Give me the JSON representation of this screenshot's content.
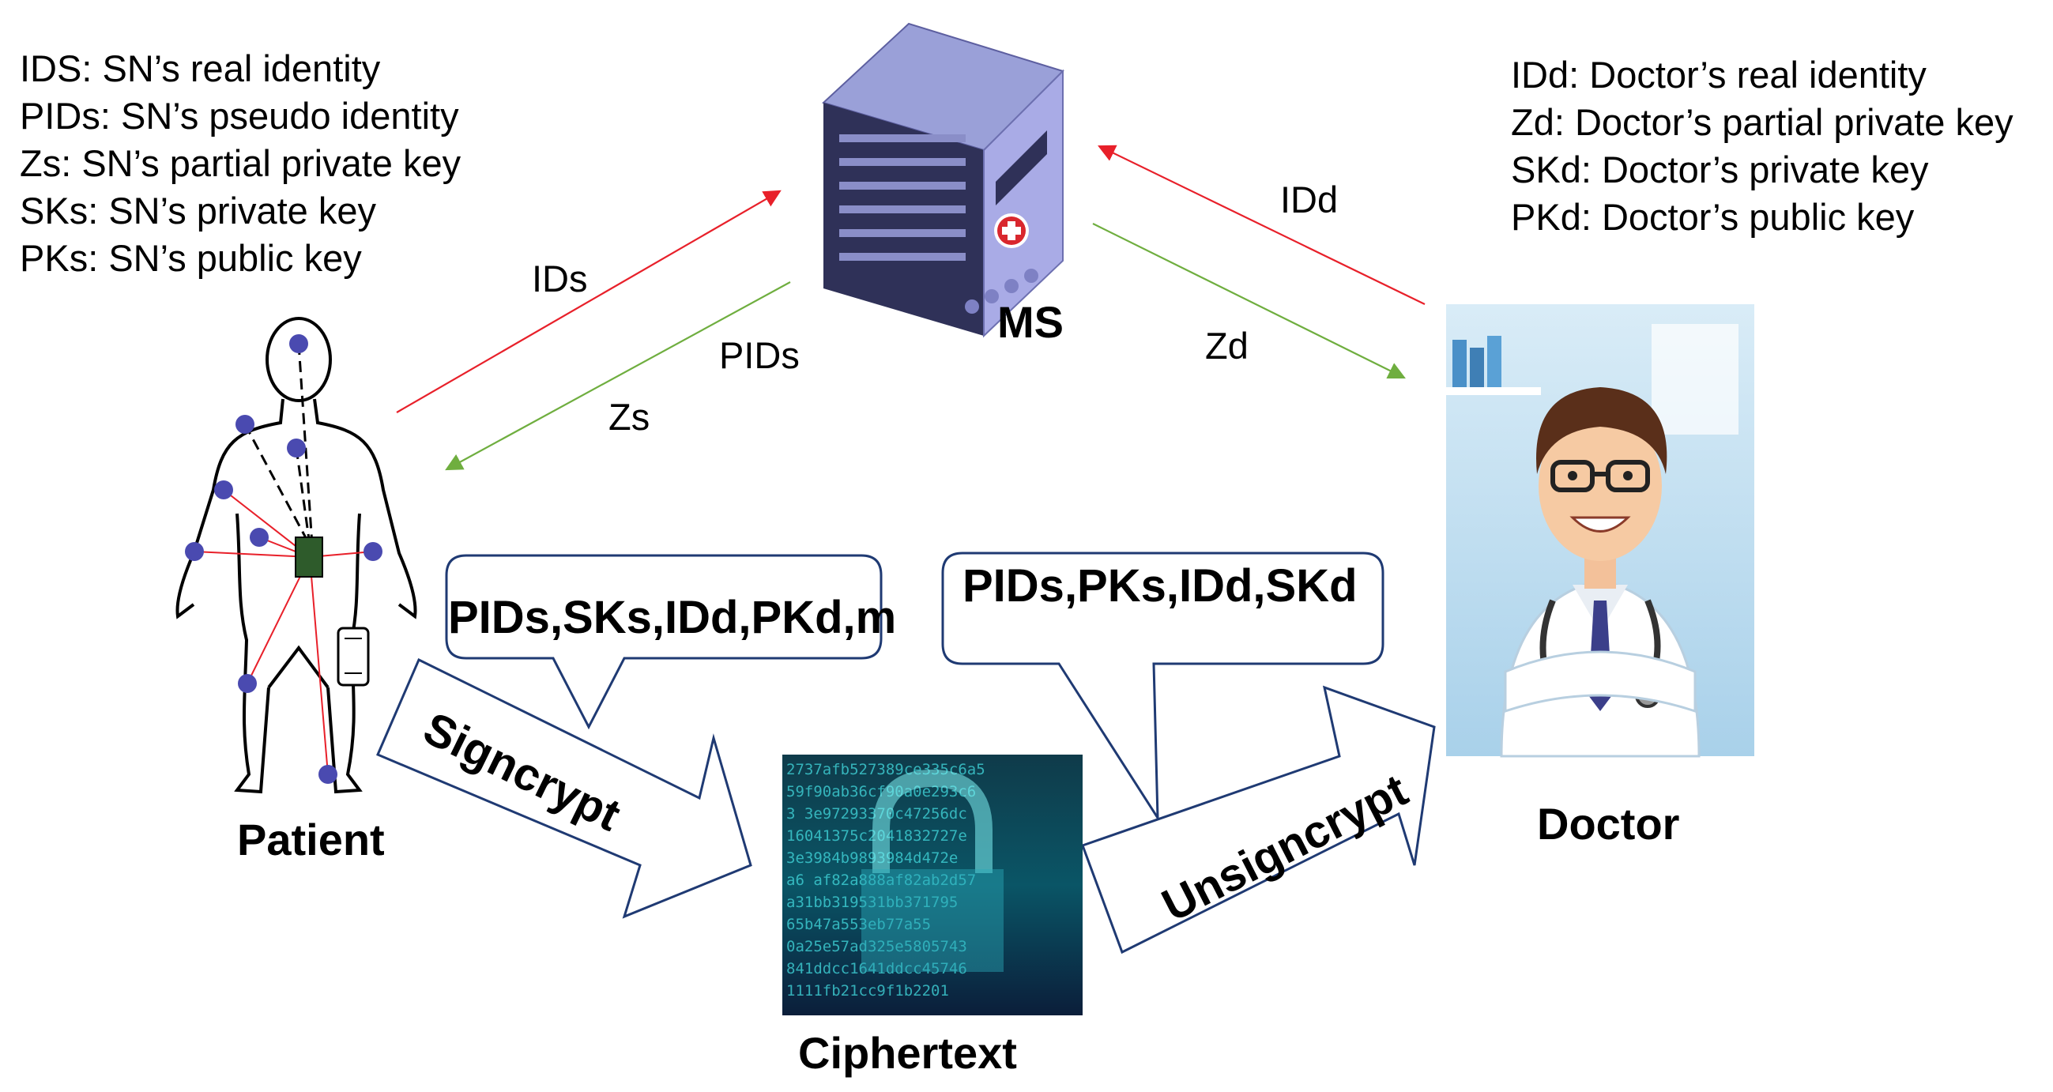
{
  "legend_left": [
    "IDS: SN’s real identity",
    "PIDs: SN’s pseudo identity",
    "Zs: SN’s partial private key",
    "SKs: SN’s private key",
    "PKs: SN’s public key"
  ],
  "legend_right": [
    "IDd: Doctor’s real identity",
    "Zd: Doctor’s partial private key",
    "SKd: Doctor’s private key",
    "PKd: Doctor’s public key"
  ],
  "edges": {
    "ids": "IDs",
    "pids": "PIDs",
    "zs": "Zs",
    "idd": "IDd",
    "zd": "Zd"
  },
  "nodes": {
    "server": "MS",
    "patient": "Patient",
    "doctor": "Doctor",
    "ciphertext": "Ciphertext"
  },
  "callouts": {
    "signcrypt_inputs": "PIDs,SKs,IDd,PKd,m",
    "unsigncrypt_inputs": "PIDs,PKs,IDd,SKd"
  },
  "processes": {
    "signcrypt": "Signcrypt",
    "unsigncrypt": "Unsigncrypt"
  },
  "colors": {
    "request_arrow": "#e8202a",
    "response_arrow": "#6fae3f",
    "flow_outline": "#1f3a73",
    "sensor": "#4a4ab0"
  }
}
